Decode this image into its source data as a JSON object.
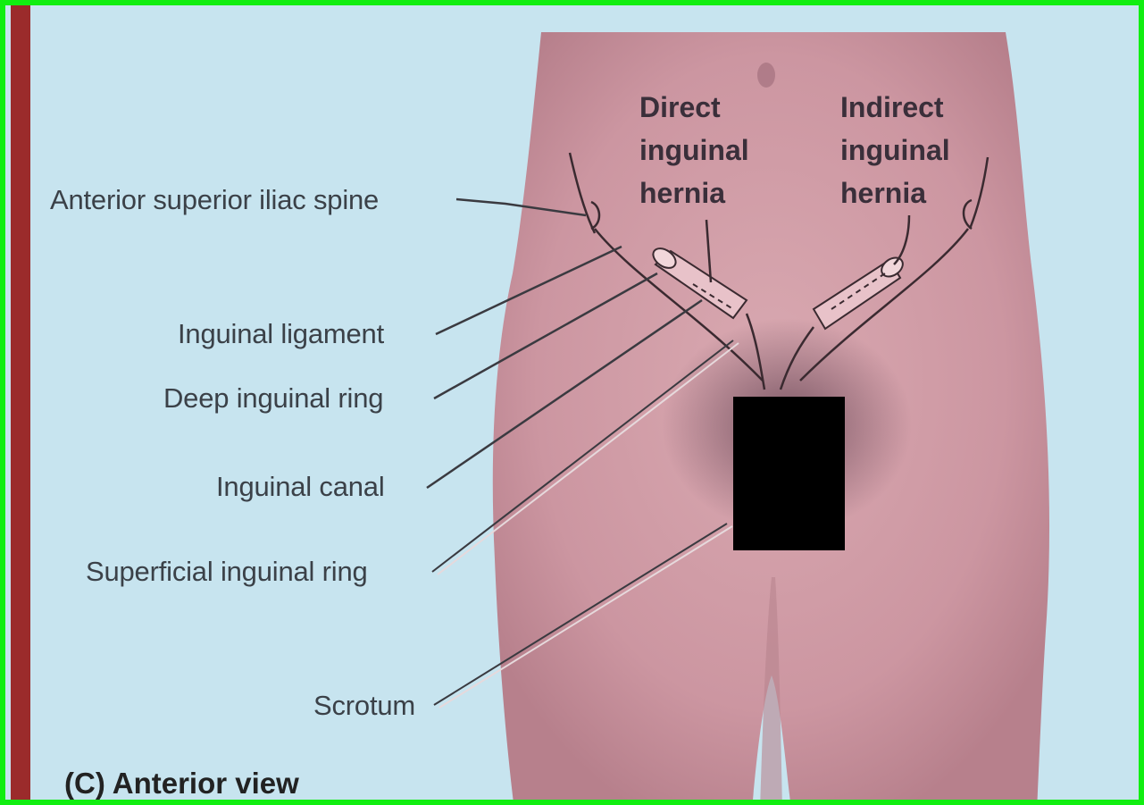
{
  "labels": {
    "anterior_superior_iliac_spine": "Anterior superior iliac spine",
    "inguinal_ligament": "Inguinal ligament",
    "deep_inguinal_ring": "Deep inguinal ring",
    "inguinal_canal": "Inguinal canal",
    "superficial_inguinal_ring": "Superficial inguinal ring",
    "scrotum": "Scrotum"
  },
  "hernias": {
    "direct": "Direct\ninguinal\nhernia",
    "indirect": "Indirect\ninguinal\nhernia"
  },
  "caption": "(C) Anterior view",
  "colors": {
    "background": "#c7e4ef",
    "border": "#11ee11",
    "side_stripe": "#9b2b2b",
    "skin": "#cf9aa3",
    "censor_block": "#000000"
  }
}
